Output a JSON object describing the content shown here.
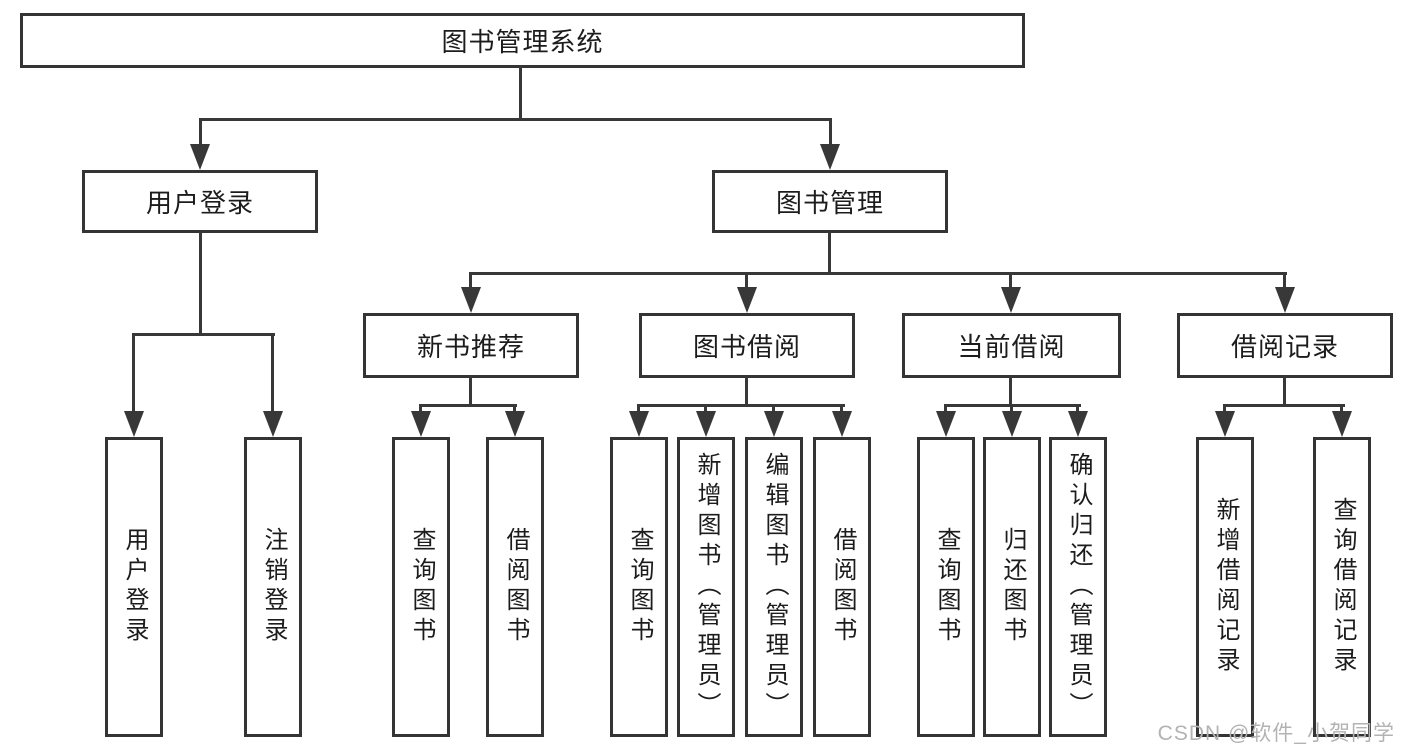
{
  "diagram": {
    "nodes": {
      "root": "图书管理系统",
      "l2_user_login": "用户登录",
      "l2_book_mgmt": "图书管理",
      "l3_new_books": "新书推荐",
      "l3_book_borrow": "图书借阅",
      "l3_current_borrow": "当前借阅",
      "l3_borrow_records": "借阅记录",
      "leaf_user_login": "用户登录",
      "leaf_logout": "注销登录",
      "leaf_query_books_1": "查询图书",
      "leaf_borrow_books_1": "借阅图书",
      "leaf_query_books_2": "查询图书",
      "leaf_add_book_admin": "新增图书（管理员）",
      "leaf_edit_book_admin": "编辑图书（管理员）",
      "leaf_borrow_books_2": "借阅图书",
      "leaf_query_books_3": "查询图书",
      "leaf_return_books": "归还图书",
      "leaf_confirm_return_admin": "确认归还（管理员）",
      "leaf_add_borrow_record": "新增借阅记录",
      "leaf_query_borrow_record": "查询借阅记录"
    },
    "colors": {
      "line": "#383838",
      "border": "#343434",
      "text": "#1c1c1c",
      "background": "#ffffff",
      "watermark": "#b3b3b3"
    }
  },
  "watermark": {
    "text": "CSDN @软件_小贺同学"
  }
}
